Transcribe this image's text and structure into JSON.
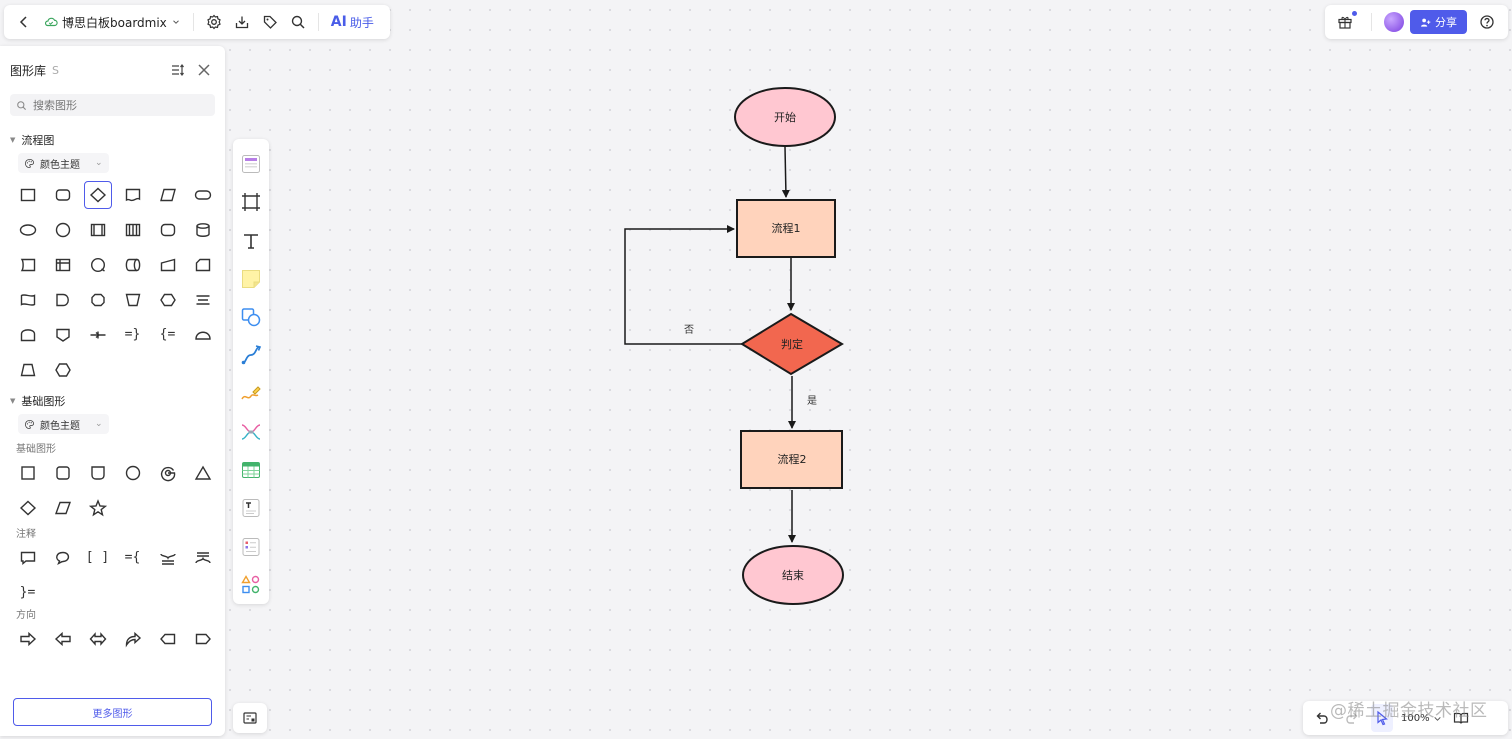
{
  "topbar": {
    "board_name": "博思白板boardmix",
    "ai_label": "助手",
    "ai_prefix": "AI"
  },
  "topright": {
    "share_label": "分享"
  },
  "panel": {
    "title": "图形库",
    "shortcut": "S",
    "search_placeholder": "搜索图形",
    "flowchart_section": "流程图",
    "basic_section": "基础图形",
    "theme_label": "颜色主题",
    "sub_basic": "基础图形",
    "sub_note": "注释",
    "sub_direction": "方向",
    "more_button": "更多图形",
    "bracket_glyphs": {
      "a": "=}",
      "b": "{=",
      "c": "[ ]",
      "d": "={",
      "e": "}="
    }
  },
  "flowchart": {
    "start": "开始",
    "process1": "流程1",
    "decision": "判定",
    "process2": "流程2",
    "end": "结束",
    "label_no": "否",
    "label_yes": "是",
    "colors": {
      "terminal": "#ffc7d1",
      "process": "#ffd3bc",
      "decision": "#f2674f",
      "stroke": "#1a1a1a"
    }
  },
  "bottom": {
    "zoom": "100%"
  },
  "watermark": "@稀土掘金技术社区",
  "accent": "#4f5bea"
}
